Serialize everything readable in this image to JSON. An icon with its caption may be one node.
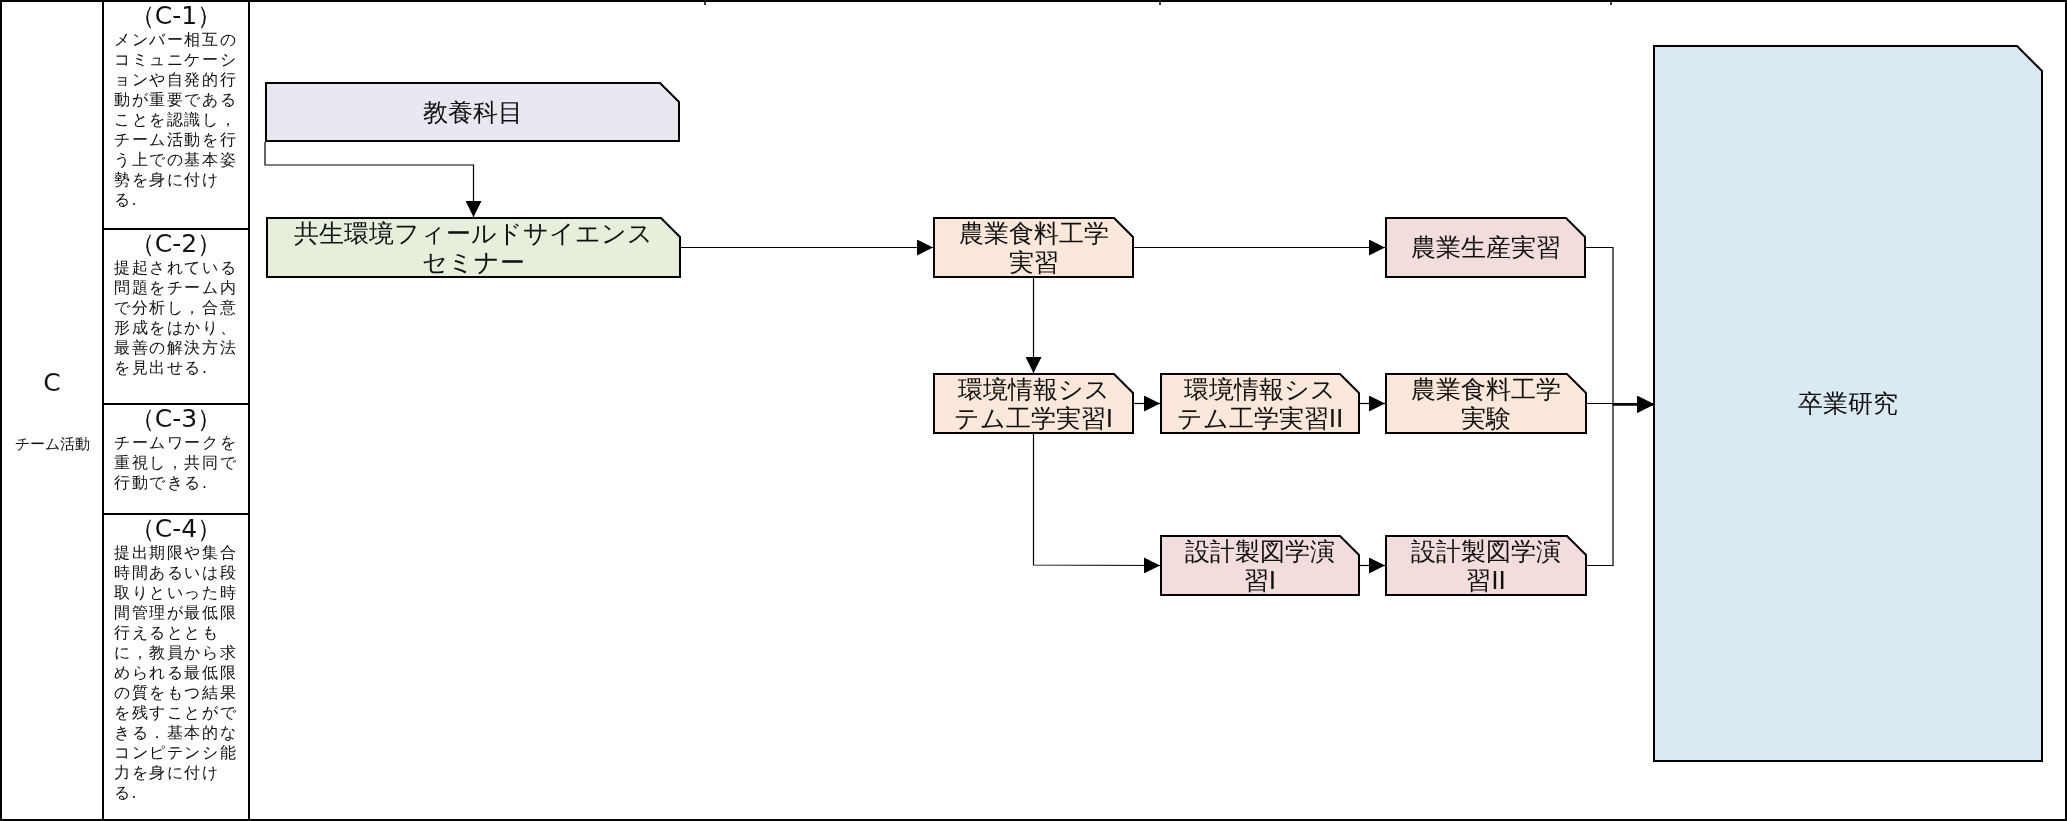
{
  "diagram": {
    "nodes": [
      {
        "text": [
          "教養科目"
        ]
      },
      {
        "text": [
          "共生環境フィールドサイエンスセミナー"
        ]
      },
      {
        "text": [
          "農業食料工学実習"
        ]
      },
      {
        "text": [
          "農業生産実習"
        ]
      },
      {
        "text": [
          "環境情報システム工学実習I"
        ]
      },
      {
        "text": [
          "環境情報システム工学実習II"
        ]
      },
      {
        "text": [
          "農業食料工学実験"
        ]
      },
      {
        "text": [
          "設計製図学演習I"
        ]
      },
      {
        "text": [
          "設計製図学演習II"
        ]
      },
      {
        "text": [
          "卒業研究"
        ]
      }
    ],
    "edges": [
      {
        "from": 0,
        "to": 1,
        "arrow": "to"
      },
      {
        "from": 1,
        "to": 2,
        "arrow": "to"
      },
      {
        "from": 2,
        "to": 3,
        "arrow": "to"
      },
      {
        "from": 2,
        "to": 4,
        "arrow": "to"
      },
      {
        "from": 4,
        "to": 5,
        "arrow": "to"
      },
      {
        "from": 5,
        "to": 6,
        "arrow": "to"
      },
      {
        "from": 4,
        "to": 7,
        "arrow": "to"
      },
      {
        "from": 7,
        "to": 8,
        "arrow": "to"
      },
      {
        "from": 3,
        "to": 9,
        "arrow": "to"
      },
      {
        "from": 6,
        "to": 9,
        "arrow": "to"
      },
      {
        "from": 8,
        "to": 9,
        "arrow": "to"
      }
    ],
    "labels": [
      "C",
      "チーム活動",
      "（C-1）",
      "メンバー相互のコミュニケーションや自発的行動が重要であることを認識し，チーム活動を行う上での基本姿勢を身に付ける.",
      "（C-2）",
      "提起されている問題をチーム内で分析し，合意形成をはかり、最善の解決方法を見出せる.",
      "（C-3）",
      "チームワークを重視し，共同で行動できる.",
      "（C-4）",
      "提出期限や集合時間あるいは段取りといった時間管理が最低限行えるとともに，教員から求められる最低限の質をもつ結果を残すことができる．基本的なコンピテンシ能力を身に付ける."
    ]
  }
}
